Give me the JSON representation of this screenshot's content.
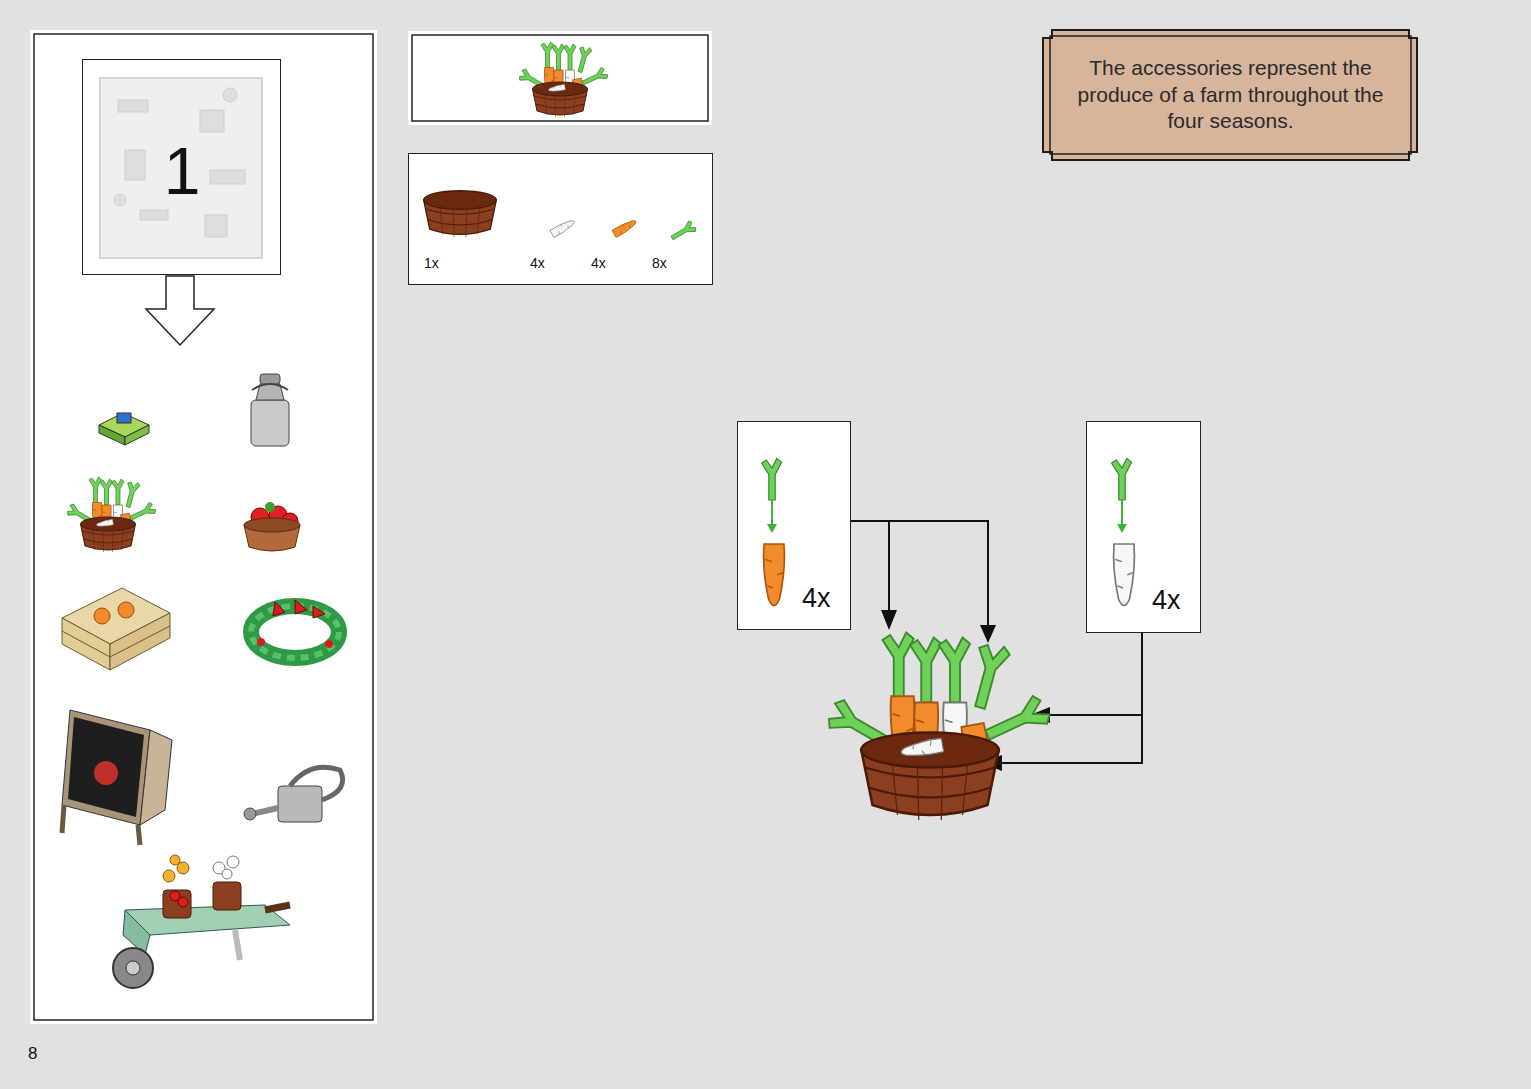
{
  "diagram": {
    "nodes": [
      {
        "text": [
          "1"
        ]
      },
      {
        "text": [
          "1x",
          "4x",
          "4x",
          "8x"
        ]
      },
      {
        "text": [
          "The accessories represent the produce of a farm throughout the four seasons."
        ]
      },
      {
        "text": [
          "4x"
        ]
      },
      {
        "text": [
          "4x"
        ]
      }
    ],
    "labels": [
      "8"
    ]
  }
}
